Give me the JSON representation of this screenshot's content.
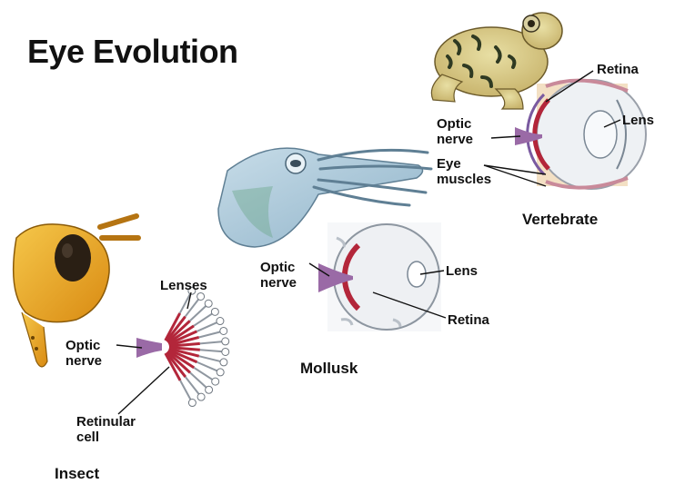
{
  "title": "Eye Evolution",
  "colors": {
    "retina_red": "#b3263a",
    "optic_nerve_purple": "#9a6aa6",
    "insect_yellow": "#e8a21c",
    "frog_tan": "#d9c98a",
    "squid_blue": "#9fc2d8"
  },
  "insect": {
    "group_label": "Insect",
    "lenses": "Lenses",
    "optic_nerve": "Optic\nnerve",
    "retinular_cell": "Retinular\ncell",
    "animal_icon": "grasshopper-head-icon"
  },
  "mollusk": {
    "group_label": "Mollusk",
    "optic_nerve": "Optic\nnerve",
    "lens": "Lens",
    "retina": "Retina",
    "animal_icon": "squid-icon"
  },
  "vertebrate": {
    "group_label": "Vertebrate",
    "retina": "Retina",
    "optic_nerve": "Optic\nnerve",
    "eye_muscles": "Eye\nmuscles",
    "lens": "Lens",
    "animal_icon": "frog-icon"
  }
}
